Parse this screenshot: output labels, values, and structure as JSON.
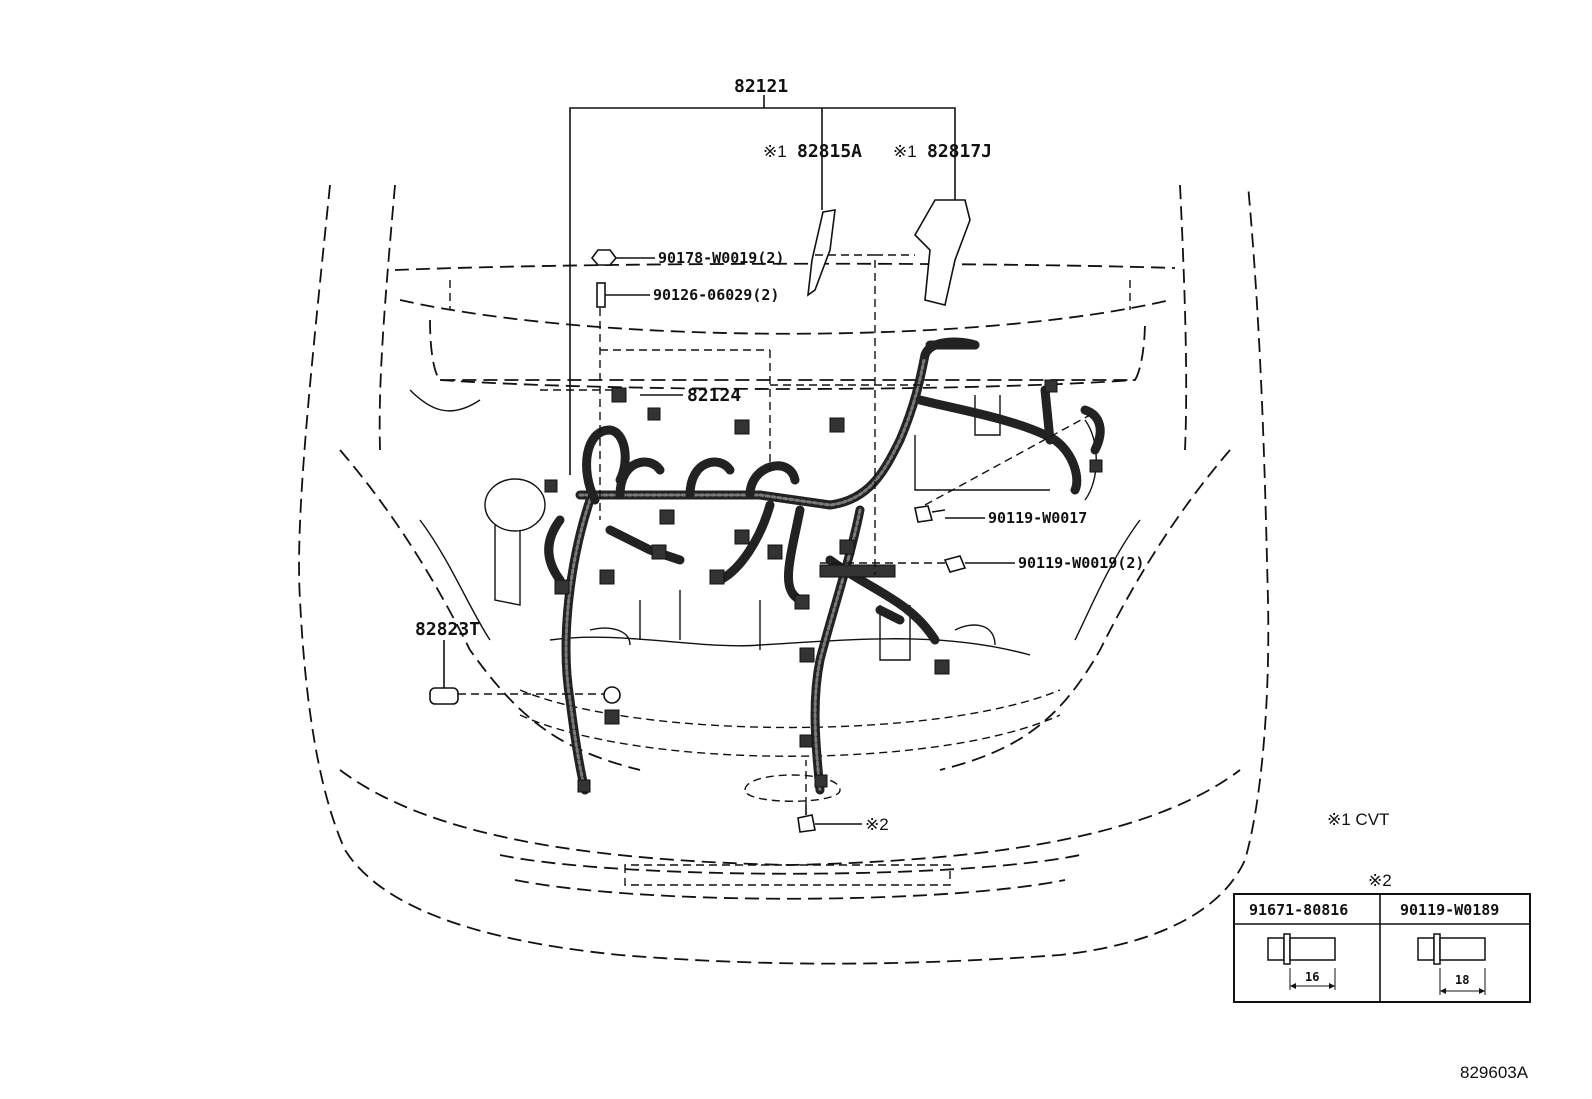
{
  "diagram": {
    "parts": {
      "main_harness": "82121",
      "cvt_part_a": "82815A",
      "cvt_part_b": "82817J",
      "nut": "90178-W0019(2)",
      "stud": "90126-06029(2)",
      "sub_harness": "82124",
      "bolt_right": "90119-W0017",
      "bolt_lower_right": "90119-W0019(2)",
      "clamp": "82823T",
      "ref_bolt": "※2"
    },
    "cvt_marker_a": "※1",
    "cvt_marker_b": "※1",
    "notes": {
      "cvt_note": "※1 CVT",
      "ref_table_mark": "※2"
    },
    "ref_table": {
      "columns": [
        "91671-80816",
        "90119-W0189"
      ],
      "lengths": [
        "16",
        "18"
      ]
    },
    "figure_code": "829603A"
  }
}
